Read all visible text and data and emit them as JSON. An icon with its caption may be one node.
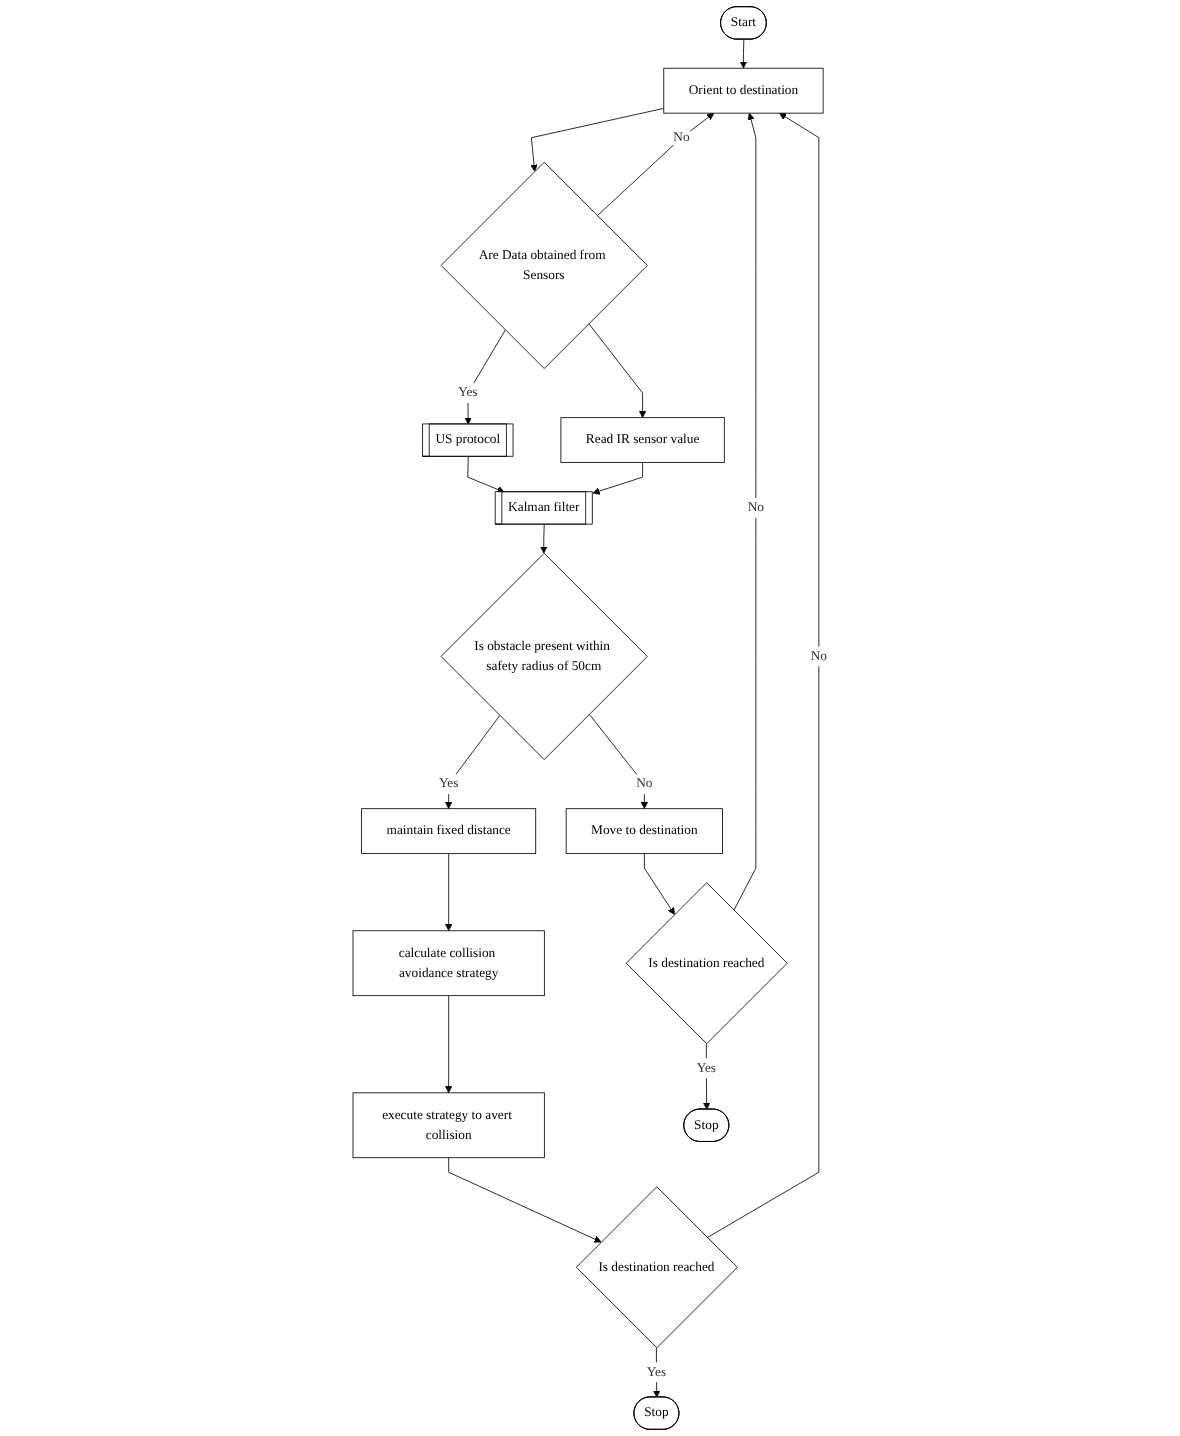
{
  "diagram": {
    "nodes": [
      {
        "text": [
          "Start"
        ]
      },
      {
        "text": [
          "Orient to destination"
        ]
      },
      {
        "text": [
          "Are Data obtained from Sensors"
        ]
      },
      {
        "text": [
          "US protocol"
        ]
      },
      {
        "text": [
          "Read IR sensor value"
        ]
      },
      {
        "text": [
          "Kalman filter"
        ]
      },
      {
        "text": [
          "Is obstacle present within safety radius of 50cm"
        ]
      },
      {
        "text": [
          "maintain fixed distance"
        ]
      },
      {
        "text": [
          "Move to destination"
        ]
      },
      {
        "text": [
          "calculate collision avoidance strategy"
        ]
      },
      {
        "text": [
          "execute strategy to avert collision"
        ]
      },
      {
        "text": [
          "Is destination reached"
        ]
      },
      {
        "text": [
          "Stop"
        ]
      },
      {
        "text": [
          "Is destination reached"
        ]
      },
      {
        "text": [
          "Stop"
        ]
      }
    ],
    "edges": [
      {
        "from": 0,
        "to": 1,
        "arrow": "to"
      },
      {
        "from": 1,
        "to": 2,
        "arrow": "to"
      },
      {
        "from": 2,
        "to": 1,
        "arrow": "to",
        "label": "No"
      },
      {
        "from": 2,
        "to": 3,
        "arrow": "to",
        "label": "Yes"
      },
      {
        "from": 2,
        "to": 4,
        "arrow": "to"
      },
      {
        "from": 3,
        "to": 5,
        "arrow": "to"
      },
      {
        "from": 4,
        "to": 5,
        "arrow": "to"
      },
      {
        "from": 5,
        "to": 6,
        "arrow": "to"
      },
      {
        "from": 6,
        "to": 7,
        "arrow": "to",
        "label": "Yes"
      },
      {
        "from": 6,
        "to": 8,
        "arrow": "to",
        "label": "No"
      },
      {
        "from": 7,
        "to": 9,
        "arrow": "to"
      },
      {
        "from": 9,
        "to": 10,
        "arrow": "to"
      },
      {
        "from": 8,
        "to": 11,
        "arrow": "to"
      },
      {
        "from": 10,
        "to": 13,
        "arrow": "to"
      },
      {
        "from": 11,
        "to": 12,
        "arrow": "to",
        "label": "Yes"
      },
      {
        "from": 11,
        "to": 1,
        "arrow": "to",
        "label": "No"
      },
      {
        "from": 13,
        "to": 14,
        "arrow": "to",
        "label": "Yes"
      },
      {
        "from": 13,
        "to": 1,
        "arrow": "to",
        "label": "No"
      }
    ]
  }
}
